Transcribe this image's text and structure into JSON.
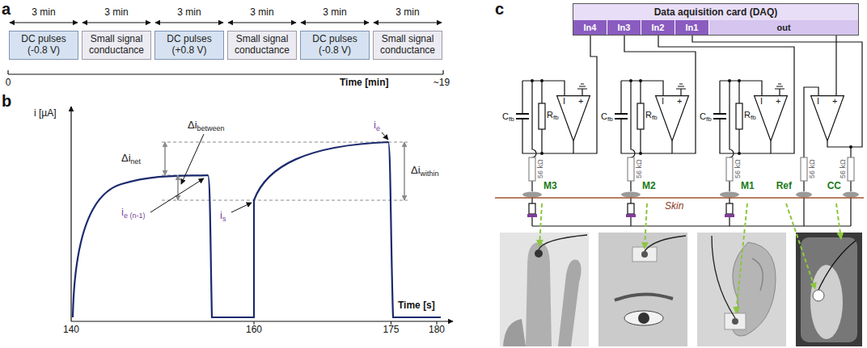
{
  "diagram": {
    "nodes": [
      {
        "text": [
          "DC pulses (-0.8 V)"
        ]
      },
      {
        "text": [
          "Small signal conductance"
        ]
      },
      {
        "text": [
          "DC pulses (+0.8 V)"
        ]
      },
      {
        "text": [
          "Small signal conductance"
        ]
      },
      {
        "text": [
          "DC pulses (-0.8 V)"
        ]
      },
      {
        "text": [
          "Small signal conductance"
        ]
      },
      {
        "text": [
          "Data aquisition card (DAQ)"
        ]
      },
      {
        "text": [
          "In4"
        ],
        "in": 6
      },
      {
        "text": [
          "In3"
        ],
        "in": 6
      },
      {
        "text": [
          "In2"
        ],
        "in": 6
      },
      {
        "text": [
          "In1"
        ],
        "in": 6
      },
      {
        "text": [
          "out"
        ],
        "in": 6
      },
      {
        "text": [
          "I",
          "+"
        ]
      },
      {
        "text": [
          "I",
          "+"
        ]
      },
      {
        "text": [
          "I",
          "+"
        ]
      },
      {
        "text": [
          "I",
          "+"
        ]
      }
    ],
    "edges": [
      {
        "from": 7,
        "to": 12,
        "arrow": "none"
      },
      {
        "from": 8,
        "to": 13,
        "arrow": "none"
      },
      {
        "from": 9,
        "to": 14,
        "arrow": "none"
      },
      {
        "from": 10,
        "to": 15,
        "arrow": "none"
      },
      {
        "from": 11,
        "to": 15,
        "arrow": "none"
      }
    ],
    "labels": [
      "a",
      "3 min",
      "3 min",
      "3 min",
      "3 min",
      "3 min",
      "3 min",
      "0",
      "Time [min]",
      "~19",
      "b",
      "i [µA]",
      "Δi",
      "net",
      "Δi",
      "between",
      "i",
      "e (n-1)",
      "i",
      "s",
      "i",
      "e",
      "Δi",
      "within",
      "Time [s]",
      "140",
      "160",
      "175",
      "180",
      "c",
      "C",
      "fb",
      "R",
      "fb",
      "C",
      "fb",
      "R",
      "fb",
      "C",
      "fb",
      "R",
      "fb",
      "56 kΩ",
      "56 kΩ",
      "56 kΩ",
      "56 kΩ",
      "56 kΩ",
      "M3",
      "M2",
      "M1",
      "Ref",
      "CC",
      "Skin"
    ]
  }
}
